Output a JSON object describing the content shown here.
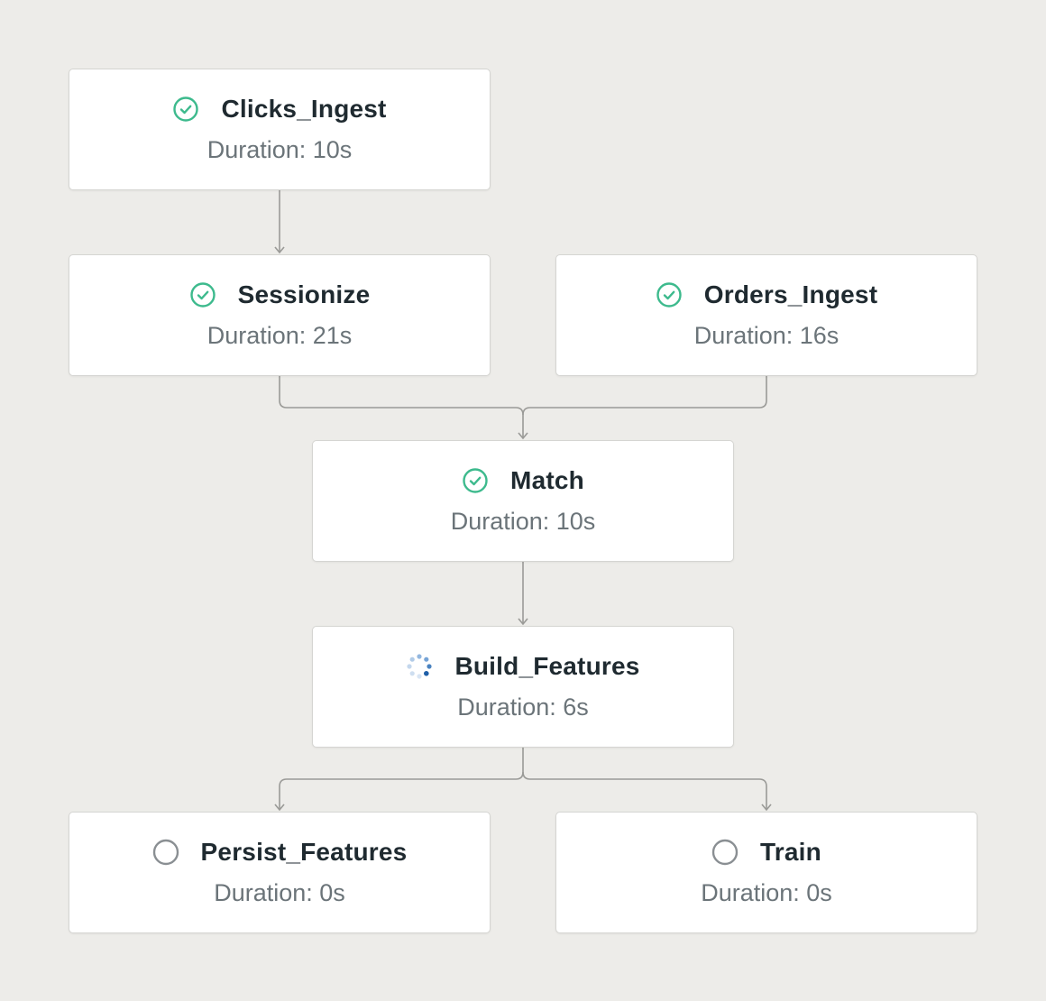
{
  "colors": {
    "success": "#3dba8d",
    "running": "#3b7cc4",
    "pending": "#8a8f93",
    "edge": "#9a9a97"
  },
  "nodes": [
    {
      "id": "clicks",
      "name": "Clicks_Ingest",
      "duration": "Duration: 10s",
      "status": "succeeded",
      "icon": "check-circle-icon"
    },
    {
      "id": "session",
      "name": "Sessionize",
      "duration": "Duration: 21s",
      "status": "succeeded",
      "icon": "check-circle-icon"
    },
    {
      "id": "orders",
      "name": "Orders_Ingest",
      "duration": "Duration: 16s",
      "status": "succeeded",
      "icon": "check-circle-icon"
    },
    {
      "id": "match",
      "name": "Match",
      "duration": "Duration: 10s",
      "status": "succeeded",
      "icon": "check-circle-icon"
    },
    {
      "id": "build",
      "name": "Build_Features",
      "duration": "Duration: 6s",
      "status": "running",
      "icon": "spinner-icon"
    },
    {
      "id": "persist",
      "name": "Persist_Features",
      "duration": "Duration: 0s",
      "status": "pending",
      "icon": "empty-circle-icon"
    },
    {
      "id": "train",
      "name": "Train",
      "duration": "Duration: 0s",
      "status": "pending",
      "icon": "empty-circle-icon"
    }
  ],
  "edges": [
    {
      "from": "Clicks_Ingest",
      "to": "Sessionize"
    },
    {
      "from": "Sessionize",
      "to": "Match"
    },
    {
      "from": "Orders_Ingest",
      "to": "Match"
    },
    {
      "from": "Match",
      "to": "Build_Features"
    },
    {
      "from": "Build_Features",
      "to": "Persist_Features"
    },
    {
      "from": "Build_Features",
      "to": "Train"
    }
  ]
}
